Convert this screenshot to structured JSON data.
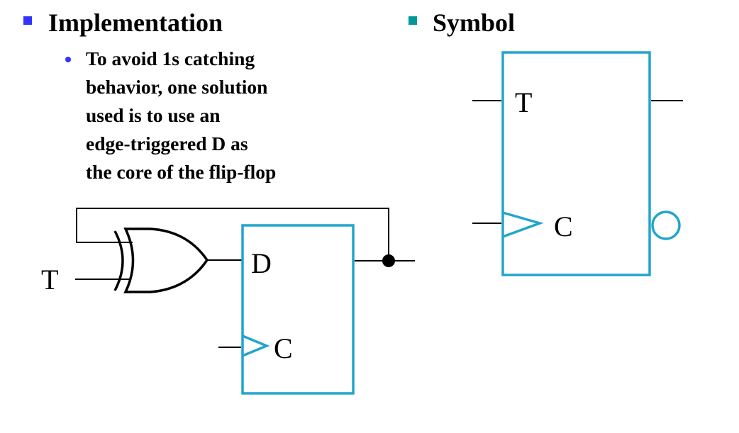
{
  "sections": {
    "implementation": {
      "heading": "Implementation",
      "bullet_color": "#3333ff",
      "sub_bullet_color": "#3333ff",
      "lines": [
        "To avoid 1s catching",
        "behavior, one solution",
        "used is to use an",
        "edge-triggered D as",
        "the core of the flip-flop"
      ]
    },
    "symbol": {
      "heading": "Symbol",
      "bullet_color": "#009999"
    }
  },
  "circuit": {
    "input_label": "T",
    "gate": "XOR",
    "dff": {
      "d_label": "D",
      "clk_label": "C"
    }
  },
  "t_flipflop_symbol": {
    "t_label": "T",
    "clk_label": "C"
  },
  "colors": {
    "box": "#22a5cc",
    "wire": "#000000"
  }
}
